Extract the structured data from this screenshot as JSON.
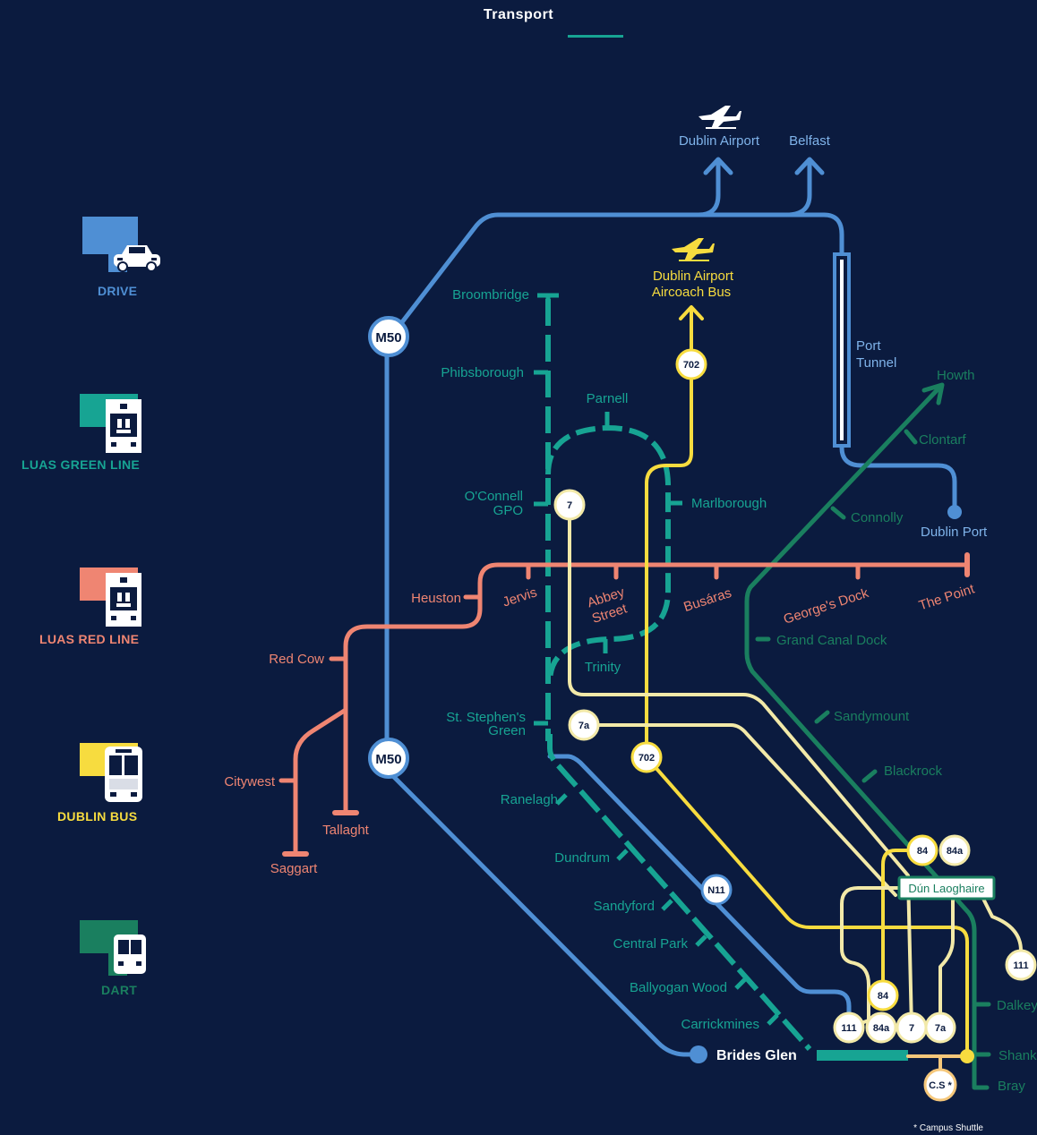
{
  "header": {
    "title": "Transport"
  },
  "legend": {
    "drive": {
      "label": "DRIVE",
      "color": "#4f8fd4"
    },
    "luas_green": {
      "label": "LUAS GREEN LINE",
      "color": "#17a493"
    },
    "luas_red": {
      "label": "LUAS RED LINE",
      "color": "#ef8572"
    },
    "dublin_bus": {
      "label": "DUBLIN BUS",
      "color": "#f7dc3f"
    },
    "dart": {
      "label": "DART",
      "color": "#1a7f5f"
    }
  },
  "colors": {
    "background": "#0b1b3f",
    "road": "#4f8fd4",
    "luas_green": "#17a493",
    "luas_red": "#ef8572",
    "bus": "#f7dc3f",
    "bus_light": "#f2e9a8",
    "dart": "#1a7f5f"
  },
  "map": {
    "destinations": {
      "dublin_airport": "Dublin Airport",
      "belfast": "Belfast",
      "aircoach_line1": "Dublin Airport",
      "aircoach_line2": "Aircoach Bus",
      "port_tunnel_line1": "Port",
      "port_tunnel_line2": "Tunnel",
      "dublin_port": "Dublin Port",
      "brides_glen": "Brides Glen",
      "dun_laoghaire": "Dún Laoghaire"
    },
    "roads": {
      "m50_top": "M50",
      "m50_bottom": "M50",
      "n11": "N11"
    },
    "green_stops": {
      "broombridge": "Broombridge",
      "phibsborough": "Phibsborough",
      "parnell": "Parnell",
      "oconnell_line1": "O'Connell",
      "oconnell_line2": "GPO",
      "marlborough": "Marlborough",
      "trinity": "Trinity",
      "stephens_line1": "St. Stephen's",
      "stephens_line2": "Green",
      "ranelagh": "Ranelagh",
      "dundrum": "Dundrum",
      "sandyford": "Sandyford",
      "central_park": "Central Park",
      "ballyogan": "Ballyogan Wood",
      "carrickmines": "Carrickmines"
    },
    "red_stops": {
      "heuston": "Heuston",
      "jervis": "Jervis",
      "abbey_line1": "Abbey",
      "abbey_line2": "Street",
      "busaras": "Busáras",
      "georges_dock": "George's Dock",
      "the_point": "The Point",
      "red_cow": "Red Cow",
      "citywest": "Citywest",
      "tallaght": "Tallaght",
      "saggart": "Saggart"
    },
    "dart_stops": {
      "howth": "Howth",
      "clontarf": "Clontarf",
      "connolly": "Connolly",
      "grand_canal_dock": "Grand Canal Dock",
      "sandymount": "Sandymount",
      "blackrock": "Blackrock",
      "dalkey": "Dalkey",
      "shankill": "Shank",
      "bray": "Bray"
    },
    "bus_routes": {
      "r702_top": "702",
      "r702_mid": "702",
      "r7_top": "7",
      "r7a_mid": "7a",
      "r84_upper": "84",
      "r84a_upper": "84a",
      "r111_right": "111",
      "r84_lower": "84",
      "r111_bottom": "111",
      "r84a_bottom": "84a",
      "r7_bottom": "7",
      "r7a_bottom": "7a",
      "cs": "C.S *"
    }
  },
  "footnote": "* Campus Shuttle"
}
